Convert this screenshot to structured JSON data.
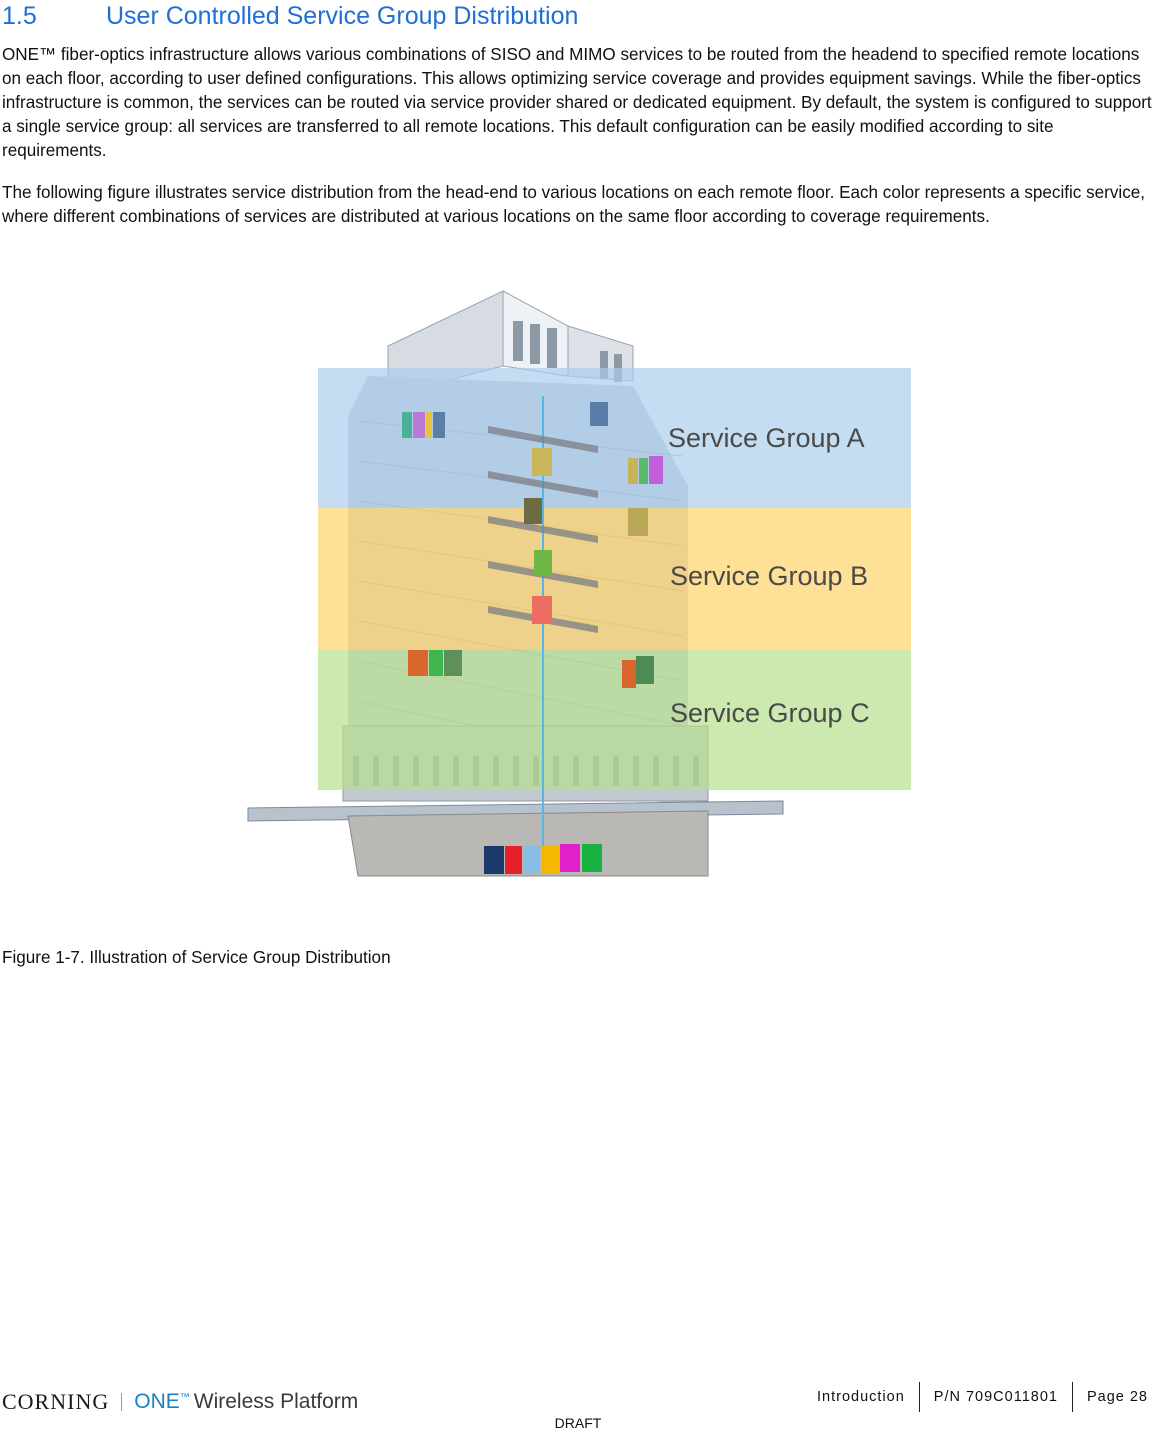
{
  "heading": {
    "number": "1.5",
    "title": "User Controlled Service Group Distribution"
  },
  "paragraphs": [
    "ONE™ fiber-optics infrastructure allows various combinations of SISO and MIMO services to be routed from the headend to specified remote locations on each floor, according to user defined configurations. This allows optimizing service coverage and provides equipment savings. While the fiber-optics infrastructure is common, the services can be routed via service provider shared or dedicated equipment. By default, the system is configured to support a single service group: all services are transferred to all remote locations. This default configuration can be easily modified according to site requirements.",
    "The following figure illustrates service distribution from the head-end to various locations on each remote floor. Each color represents a specific service, where different combinations of services are distributed at various locations on the same floor according to coverage requirements."
  ],
  "figure": {
    "group_labels": [
      "Service Group A",
      "Service Group B",
      "Service Group C"
    ],
    "group_colors": [
      "#a9cdee",
      "#fdd36a",
      "#b7e08e"
    ],
    "headend_service_colors": [
      "#1b3a6b",
      "#e8202a",
      "#88bde6",
      "#f5b800",
      "#e020c8",
      "#18b040"
    ]
  },
  "caption": "Figure 1-7. Illustration of Service Group Distribution",
  "footer": {
    "brand": "CORNING",
    "product_prefix": "ONE",
    "product_tm": "™",
    "product_suffix": "Wireless Platform",
    "section": "Introduction",
    "part_number": "P/N 709C011801",
    "page": "Page 28",
    "draft": "DRAFT"
  }
}
